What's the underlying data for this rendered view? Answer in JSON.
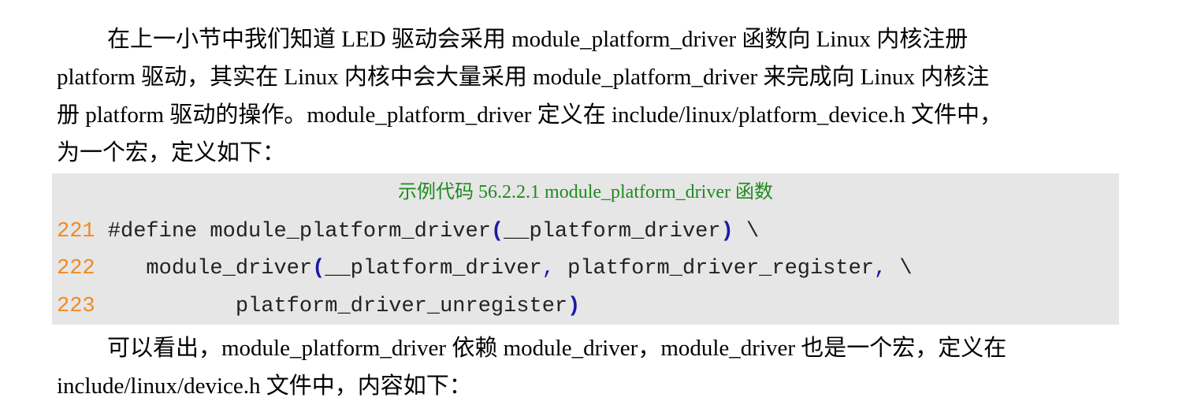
{
  "para1": {
    "line1": "在上一小节中我们知道 LED 驱动会采用 module_platform_driver 函数向 Linux 内核注册",
    "line2": "platform 驱动，其实在 Linux 内核中会大量采用 module_platform_driver 来完成向 Linux 内核注",
    "line3": "册 platform 驱动的操作。module_platform_driver 定义在 include/linux/platform_device.h 文件中，",
    "line4": "为一个宏，定义如下："
  },
  "code": {
    "caption": "示例代码 56.2.2.1 module_platform_driver 函数",
    "lines": [
      {
        "num": "221",
        "t1": " #define module_platform_driver",
        "p1": "(",
        "t2": "__platform_driver",
        "p2": ")",
        "t3": " \\"
      },
      {
        "num": "222",
        "t1": "    module_driver",
        "p1": "(",
        "t2": "__platform_driver",
        "c1": ",",
        "t3": " platform_driver_register",
        "c2": ",",
        "t4": " \\"
      },
      {
        "num": "223",
        "t1": "           platform_driver_unregister",
        "p1": ")"
      }
    ]
  },
  "para2": {
    "line1": "可以看出，module_platform_driver 依赖 module_driver，module_driver 也是一个宏，定义在",
    "line2": "include/linux/device.h 文件中，内容如下："
  }
}
